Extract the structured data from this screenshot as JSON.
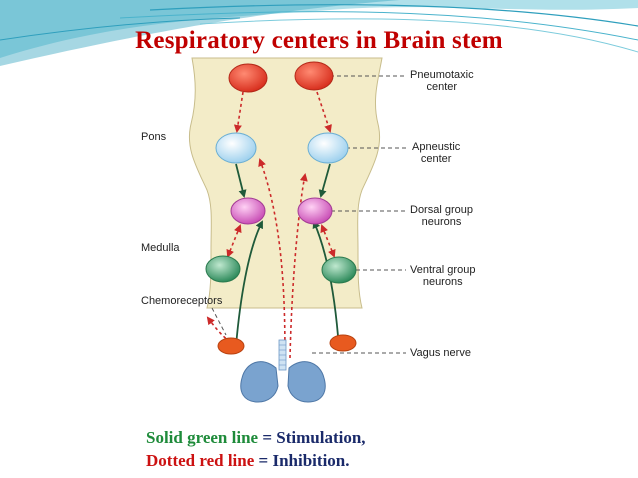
{
  "slide": {
    "title": "Respiratory centers in Brain stem",
    "accent_title_color": "#c00000",
    "decoration": "teal-swoosh-lines"
  },
  "diagram": {
    "left_labels": {
      "pons": "Pons",
      "medulla": "Medulla",
      "chemoreceptors": "Chemoreceptors"
    },
    "right_labels": {
      "pneumotaxic": [
        "Pneumotaxic",
        "center"
      ],
      "apneustic": [
        "Apneustic",
        "center"
      ],
      "dorsal": [
        "Dorsal group",
        "neurons"
      ],
      "ventral": [
        "Ventral group",
        "neurons"
      ],
      "vagus": "Vagus nerve"
    },
    "colors": {
      "stimulation": "#1f5a3a",
      "inhibition": "#cc2a2a",
      "brainstem": "#f3ecc8",
      "pneumotaxic_node": "#e8402f",
      "apneustic_node": "#bfe3f5",
      "dorsal_node": "#d86ac6",
      "ventral_node": "#4ca678",
      "receptor_node": "#e85a1f",
      "lungs": "#6f98c6"
    }
  },
  "legend": {
    "line1_colored": "Solid green line",
    "line1_rest": "= Stimulation,",
    "line2_colored": "Dotted red line",
    "line2_rest": "= Inhibition."
  }
}
